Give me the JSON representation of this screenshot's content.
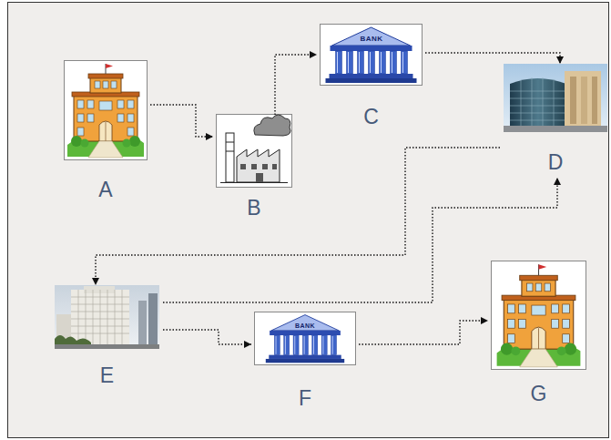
{
  "diagram": {
    "nodes": [
      {
        "text": [
          "A"
        ]
      },
      {
        "text": [
          "B"
        ]
      },
      {
        "text": [
          "C"
        ]
      },
      {
        "text": [
          "D"
        ]
      },
      {
        "text": [
          "E"
        ]
      },
      {
        "text": [
          "F"
        ]
      },
      {
        "text": [
          "G"
        ]
      }
    ],
    "edges": [
      {
        "from": 0,
        "to": 1,
        "arrow": "to"
      },
      {
        "from": 1,
        "to": 2,
        "arrow": "to"
      },
      {
        "from": 2,
        "to": 3,
        "arrow": "to"
      },
      {
        "from": 3,
        "to": 4,
        "arrow": "to"
      },
      {
        "from": 4,
        "to": 3,
        "arrow": "to"
      },
      {
        "from": 4,
        "to": 5,
        "arrow": "to"
      },
      {
        "from": 5,
        "to": 6,
        "arrow": "to"
      }
    ],
    "labels": [
      "BANK",
      "BANK"
    ]
  }
}
